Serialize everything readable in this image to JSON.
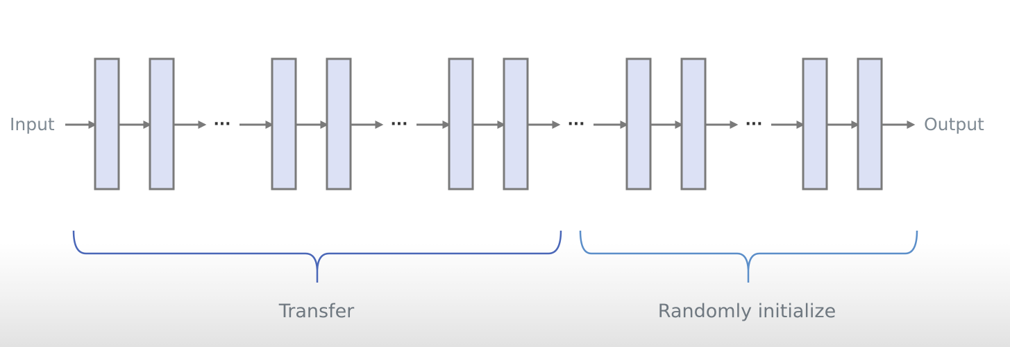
{
  "diagram": {
    "input_label": "Input",
    "output_label": "Output",
    "ellipsis": "···",
    "layer_groups": 5,
    "layers_per_group": 2,
    "groups": [
      {
        "name": "transfer",
        "label": "Transfer",
        "color": "#4a67b8"
      },
      {
        "name": "random-init",
        "label": "Randomly initialize",
        "color": "#5b8ec9"
      }
    ],
    "colors": {
      "layer_fill": "#dce1f5",
      "layer_stroke": "#7a7a7a",
      "arrow": "#7a7a7a",
      "label_text": "#7f8a93"
    }
  }
}
